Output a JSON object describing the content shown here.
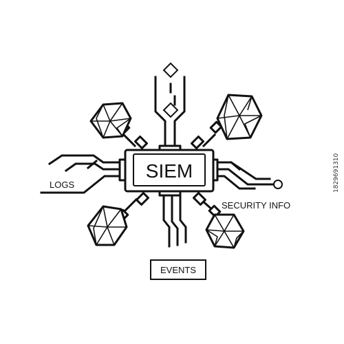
{
  "diagram": {
    "center_label": "SIEM",
    "labels": {
      "logs": "LOGS",
      "security_info": "SECURITY INFO",
      "events": "EVENTS"
    },
    "stroke_color": "#111111",
    "background": "#ffffff"
  },
  "watermark": "1829691310"
}
